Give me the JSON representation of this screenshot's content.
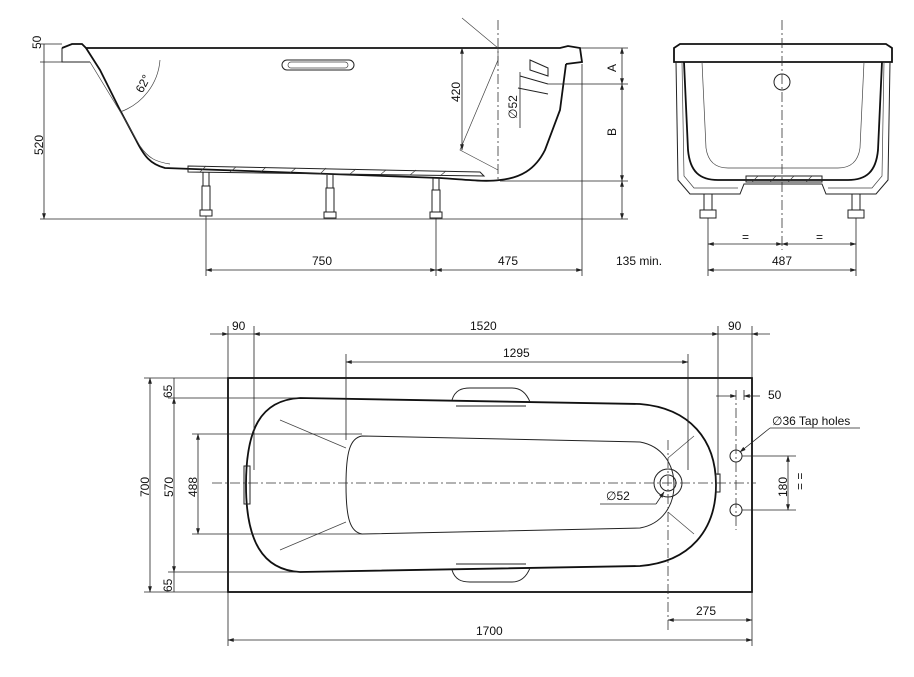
{
  "side_view": {
    "dim_50": "50",
    "dim_520": "520",
    "angle": "62°",
    "dim_420": "420",
    "dim_d52": "∅52",
    "label_a": "A",
    "label_b": "B",
    "dim_750": "750",
    "dim_475": "475",
    "dim_135": "135 min."
  },
  "end_view": {
    "eq_left": "=",
    "eq_right": "=",
    "dim_487": "487"
  },
  "plan_view": {
    "dim_90_left": "90",
    "dim_1520": "1520",
    "dim_90_right": "90",
    "dim_1295": "1295",
    "dim_50": "50",
    "tap_holes": "∅36 Tap holes",
    "dim_65_top": "65",
    "dim_700": "700",
    "dim_570": "570",
    "dim_488": "488",
    "dim_180": "180",
    "eq_marks": "= =",
    "dim_d52": "∅52",
    "dim_65_bottom": "65",
    "dim_275": "275",
    "dim_1700": "1700"
  }
}
